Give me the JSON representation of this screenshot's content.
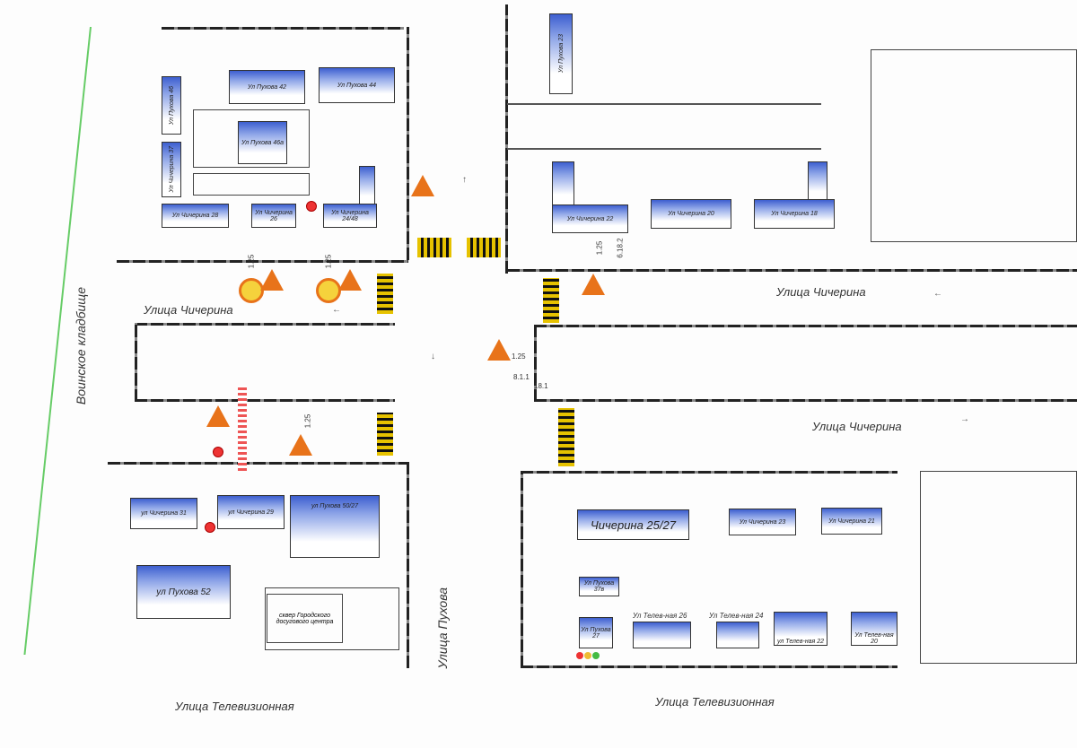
{
  "streets": {
    "chicherina_left": "Улица Чичерина",
    "chicherina_right_top": "Улица Чичерина",
    "chicherina_right_bottom": "Улица Чичерина",
    "pukhova": "Улица Пухова",
    "televizionnaya_left": "Улица Телевизионная",
    "televizionnaya_right": "Улица Телевизионная",
    "cemetery": "Воинское кладбище"
  },
  "buildings": [
    "Ул Пухова 42",
    "Ул Пухова 44",
    "Ул Пухова 46",
    "Ул Чичерина 37",
    "Ул Пухова 46а",
    "Ул Чичерина 28",
    "Ул Чичерина 26",
    "Ул Чичерина 24/48",
    "Ул Пухова 23",
    "Ул Чичерина 22",
    "Ул Чичерина 20",
    "Ул Чичерина 18",
    "ул Чичерина 31",
    "ул Чичерина 29",
    "ул Пухова 50/27",
    "ул Пухова 52",
    "Чичерина 25/27",
    "Ул Чичерина 23",
    "Ул Чичерина 21",
    "Ул Пухова 37в",
    "Ул Пухова 27",
    "Ул Телев-ная 26",
    "Ул Телев-ная 24",
    "ул Телев-ная 22",
    "Ул Телев-ная 20"
  ],
  "square": {
    "line1": "сквер Городского",
    "line2": "досугового центра"
  },
  "sign_codes": [
    "1.25",
    "6.18.2",
    "1.25",
    "8.1.1",
    "18.1",
    "1.25",
    "1.25",
    "1.25"
  ],
  "colors": {
    "building": "#3d5fd0",
    "crosswalk": "#e6c200",
    "warning_sign": "#e8731a"
  }
}
